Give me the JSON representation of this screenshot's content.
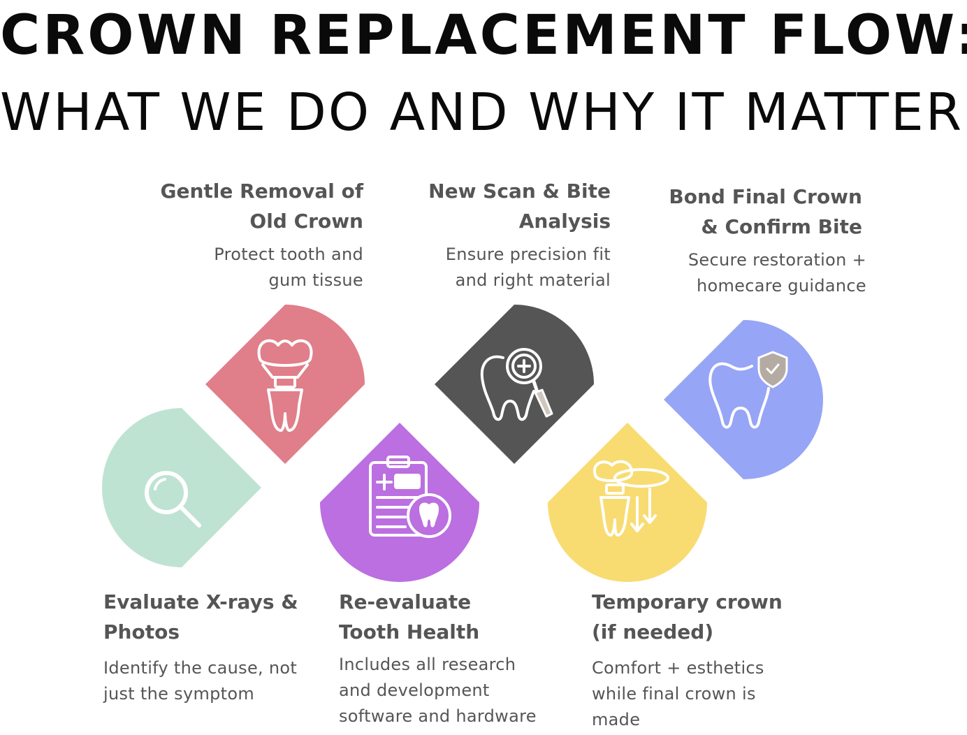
{
  "title_line1": "CROWN REPLACEMENT FLOW:",
  "title_line2": "WHAT WE DO AND WHY IT MATTERS",
  "steps": [
    {
      "heading": "Evaluate X-rays & Photos",
      "desc": "Identify the cause, not just the symptom",
      "color": "#bfe3d3",
      "icon": "magnifier-icon"
    },
    {
      "heading": "Gentle Removal of Old Crown",
      "desc": "Protect tooth and gum tissue",
      "color": "#e07e8a",
      "icon": "crown-removal-icon"
    },
    {
      "heading": "Re-evaluate Tooth Health",
      "desc": "Includes all research and development software and hardware",
      "color": "#bb6fe0",
      "icon": "clipboard-tooth-icon"
    },
    {
      "heading": "New Scan & Bite Analysis",
      "desc": "Ensure precision fit and right material",
      "color": "#555555",
      "icon": "tooth-scan-icon"
    },
    {
      "heading": "Temporary crown (if needed)",
      "desc": "Comfort + esthetics while final crown is made",
      "color": "#f8dc72",
      "icon": "temporary-crown-icon"
    },
    {
      "heading": "Bond Final Crown & Confirm Bite",
      "desc": "Secure restoration + homecare guidance",
      "color": "#97a5f6",
      "icon": "tooth-shield-icon"
    }
  ]
}
